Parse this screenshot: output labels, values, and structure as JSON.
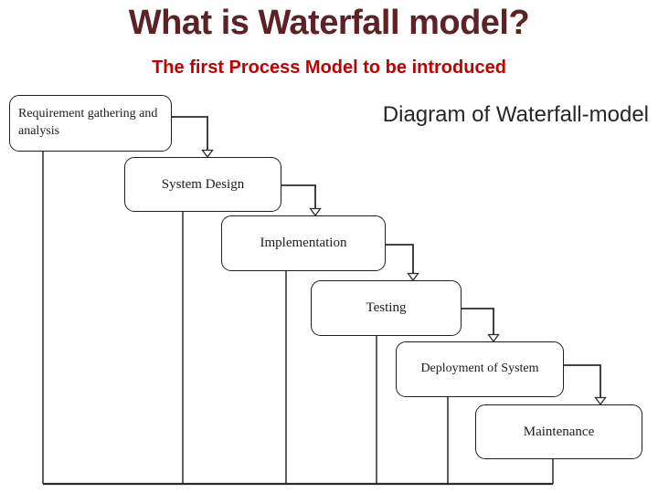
{
  "slide": {
    "title": "What is Waterfall model?",
    "subtitle": "The first Process Model to be introduced",
    "diagram_caption": "Diagram of Waterfall-model"
  },
  "diagram": {
    "type": "flowchart",
    "flow": "waterfall-cascade",
    "stages": [
      {
        "label": "Requirement gathering and analysis"
      },
      {
        "label": "System Design"
      },
      {
        "label": "Implementation"
      },
      {
        "label": "Testing"
      },
      {
        "label": "Deployment of System"
      },
      {
        "label": "Maintenance"
      }
    ],
    "edges": [
      {
        "from": "Requirement gathering and analysis",
        "to": "System Design"
      },
      {
        "from": "System Design",
        "to": "Implementation"
      },
      {
        "from": "Implementation",
        "to": "Testing"
      },
      {
        "from": "Testing",
        "to": "Deployment of System"
      },
      {
        "from": "Deployment of System",
        "to": "Maintenance"
      }
    ]
  },
  "colors": {
    "background": "#ffffff",
    "title_text": "#5e2126",
    "subtitle_text": "#c00000",
    "caption_text": "#26262b",
    "box_border": "#1f1f1f",
    "box_fill": "#ffffff",
    "box_text": "#1c1c1c",
    "connector": "#2b2b2b"
  }
}
